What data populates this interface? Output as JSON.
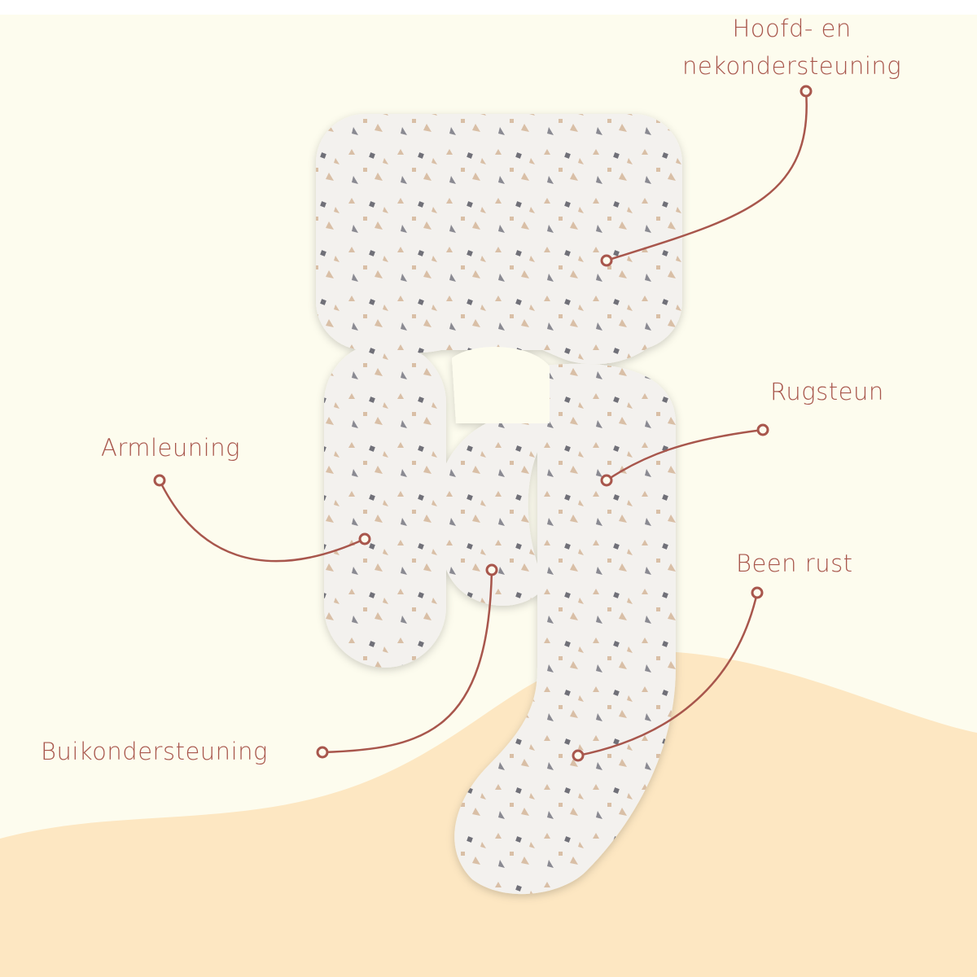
{
  "colors": {
    "background": "#fdfcee",
    "wave": "#fde7c2",
    "accent": "#a8564c",
    "pillow": "#f3f1ee"
  },
  "labels": {
    "head_line1": "Hoofd- en",
    "head_line2": "nekondersteuning",
    "back": "Rugsteun",
    "arm": "Armleuning",
    "leg": "Been rust",
    "belly": "Buikondersteuning"
  }
}
